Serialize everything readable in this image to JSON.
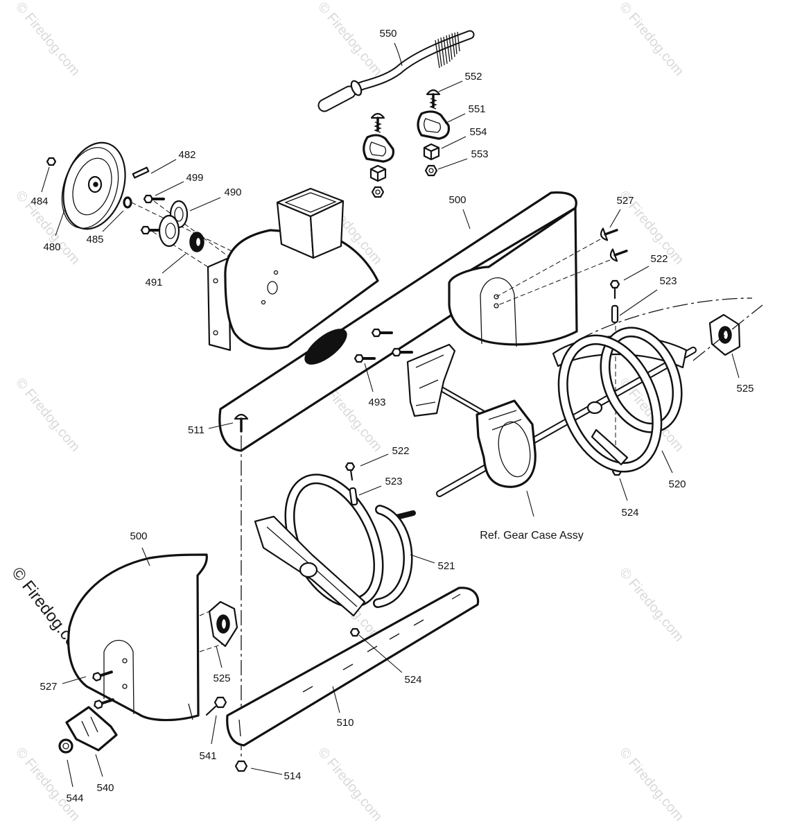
{
  "diagram": {
    "part_labels": [
      "550",
      "552",
      "551",
      "554",
      "553",
      "482",
      "499",
      "490",
      "484",
      "480",
      "485",
      "491",
      "500",
      "527",
      "522",
      "523",
      "525",
      "520",
      "524",
      "511",
      "493",
      "522",
      "523",
      "521",
      "500",
      "527",
      "525",
      "524",
      "541",
      "510",
      "544",
      "540",
      "514"
    ],
    "reference_note": "Ref. Gear Case Assy"
  },
  "watermark": {
    "text": "© Firedog.com"
  }
}
